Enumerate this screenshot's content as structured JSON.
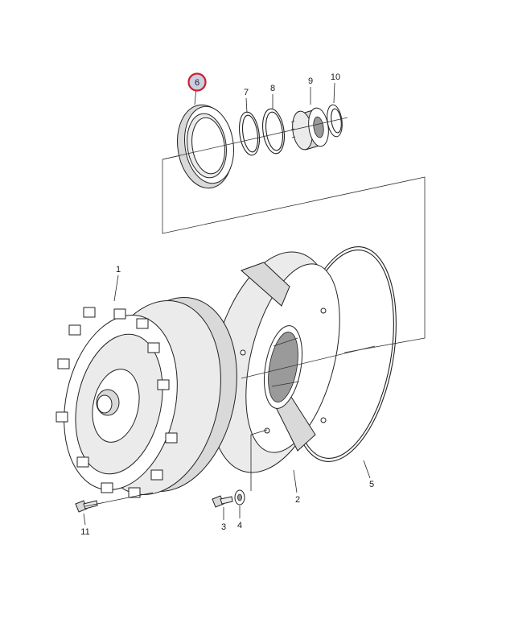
{
  "parts": {
    "p1": "1",
    "p2": "2",
    "p3": "3",
    "p4": "4",
    "p5": "5",
    "p6": "6",
    "p7": "7",
    "p8": "8",
    "p9": "9",
    "p10": "10",
    "p11": "11"
  },
  "highlight": {
    "part": "6",
    "color": "#cc1f2f",
    "fill": "#c9cfe0"
  }
}
